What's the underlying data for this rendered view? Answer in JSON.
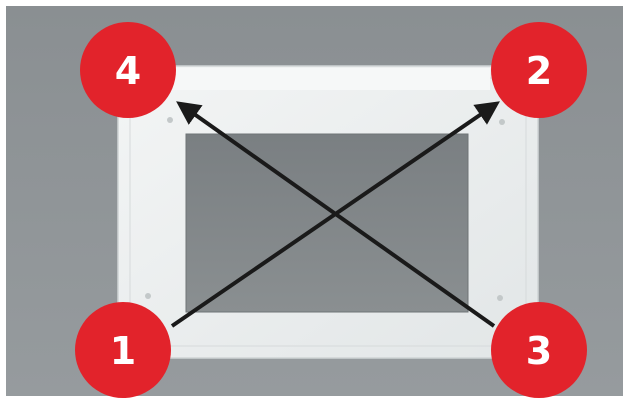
{
  "diagram": {
    "description_free": true,
    "badges": [
      {
        "id": "top-left",
        "label": "4"
      },
      {
        "id": "top-right",
        "label": "2"
      },
      {
        "id": "bottom-left",
        "label": "1"
      },
      {
        "id": "bottom-right",
        "label": "3"
      }
    ],
    "arrows": [
      {
        "from": "bottom-left",
        "to": "top-right"
      },
      {
        "from": "bottom-right",
        "to": "top-left"
      }
    ],
    "colors": {
      "badge": "#e2232b",
      "badge_text": "#ffffff",
      "arrow": "#1a1a1a",
      "background": "#8e9396",
      "frame": "#ecefef",
      "opening": "#7f8486"
    }
  }
}
